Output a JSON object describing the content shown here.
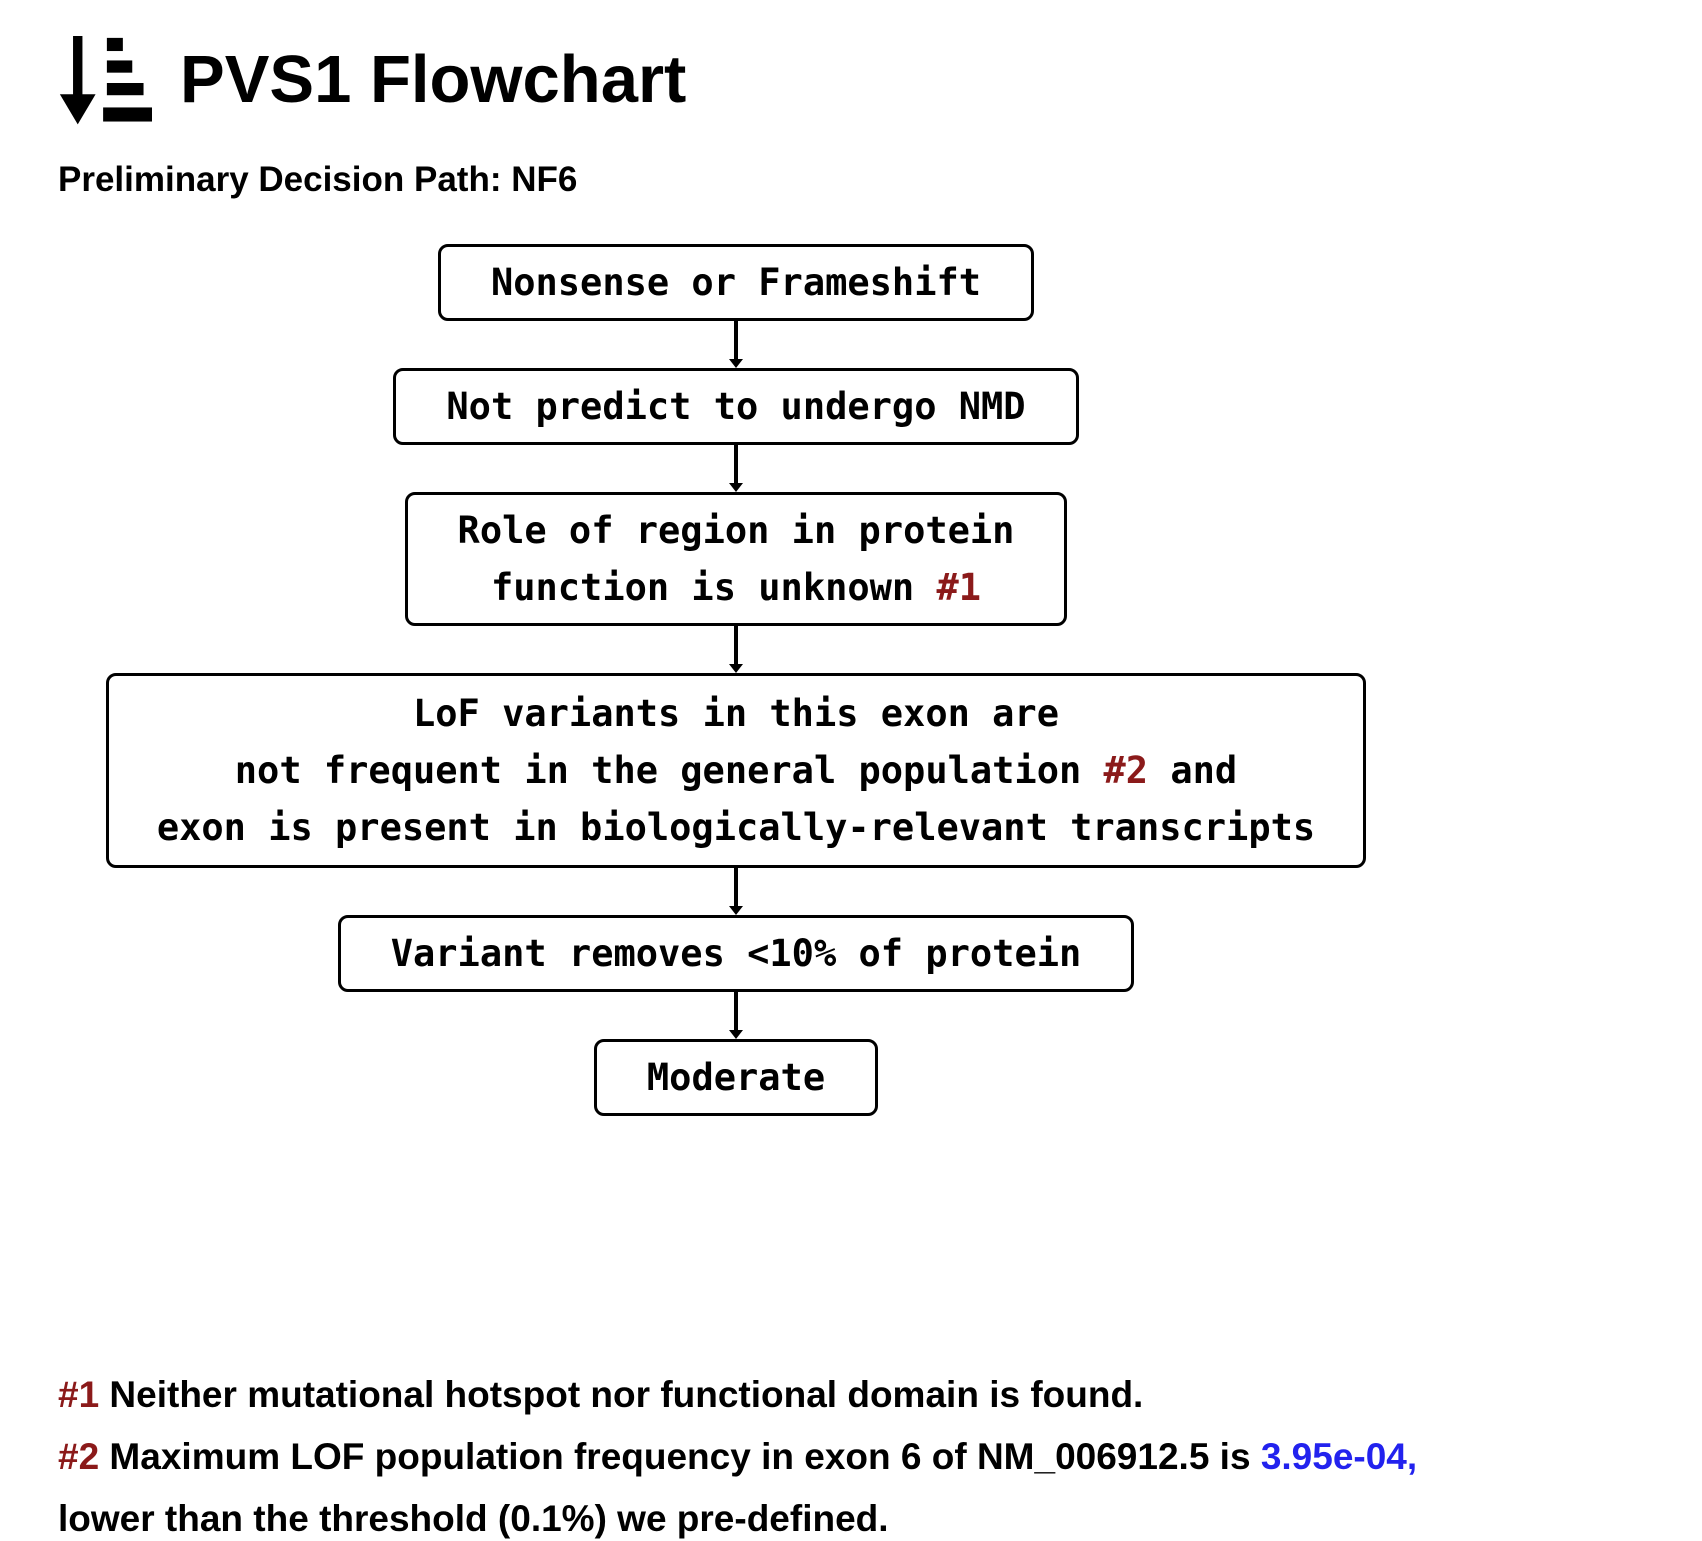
{
  "header": {
    "title": "PVS1 Flowchart",
    "icon": "sort-amount-down-icon"
  },
  "subtitle": "Preliminary Decision Path: NF6",
  "colors": {
    "text": "#000000",
    "box_border": "#000000",
    "marker_red": "#8B1A1A",
    "value_blue": "#2222EE",
    "background": "#FFFFFF"
  },
  "flowchart": {
    "nodes": [
      {
        "id": "nonsense-or-frameshift",
        "line1": "Nonsense or Frameshift"
      },
      {
        "id": "not-predict-nmd",
        "line1": "Not predict to undergo NMD"
      },
      {
        "id": "role-of-region",
        "line1": "Role of region in protein",
        "line2_pre": "function is unknown ",
        "line2_marker": "#1"
      },
      {
        "id": "lof-variants",
        "line1": "LoF variants in this exon are",
        "line2_pre": "not frequent in the general population ",
        "line2_marker": "#2",
        "line2_post": " and",
        "line3": "exon is present in biologically-relevant transcripts"
      },
      {
        "id": "variant-removes",
        "line1": "Variant removes <10% of protein"
      },
      {
        "id": "moderate",
        "line1": "Moderate"
      }
    ]
  },
  "footnotes": {
    "note1": {
      "marker": "#1",
      "text": " Neither mutational hotspot nor functional domain is found."
    },
    "note2": {
      "marker": "#2",
      "text": " Maximum LOF population frequency in exon 6 of NM_006912.5 is ",
      "value": "3.95e-04,"
    },
    "note3": "lower than the threshold (0.1%) we pre-defined."
  }
}
